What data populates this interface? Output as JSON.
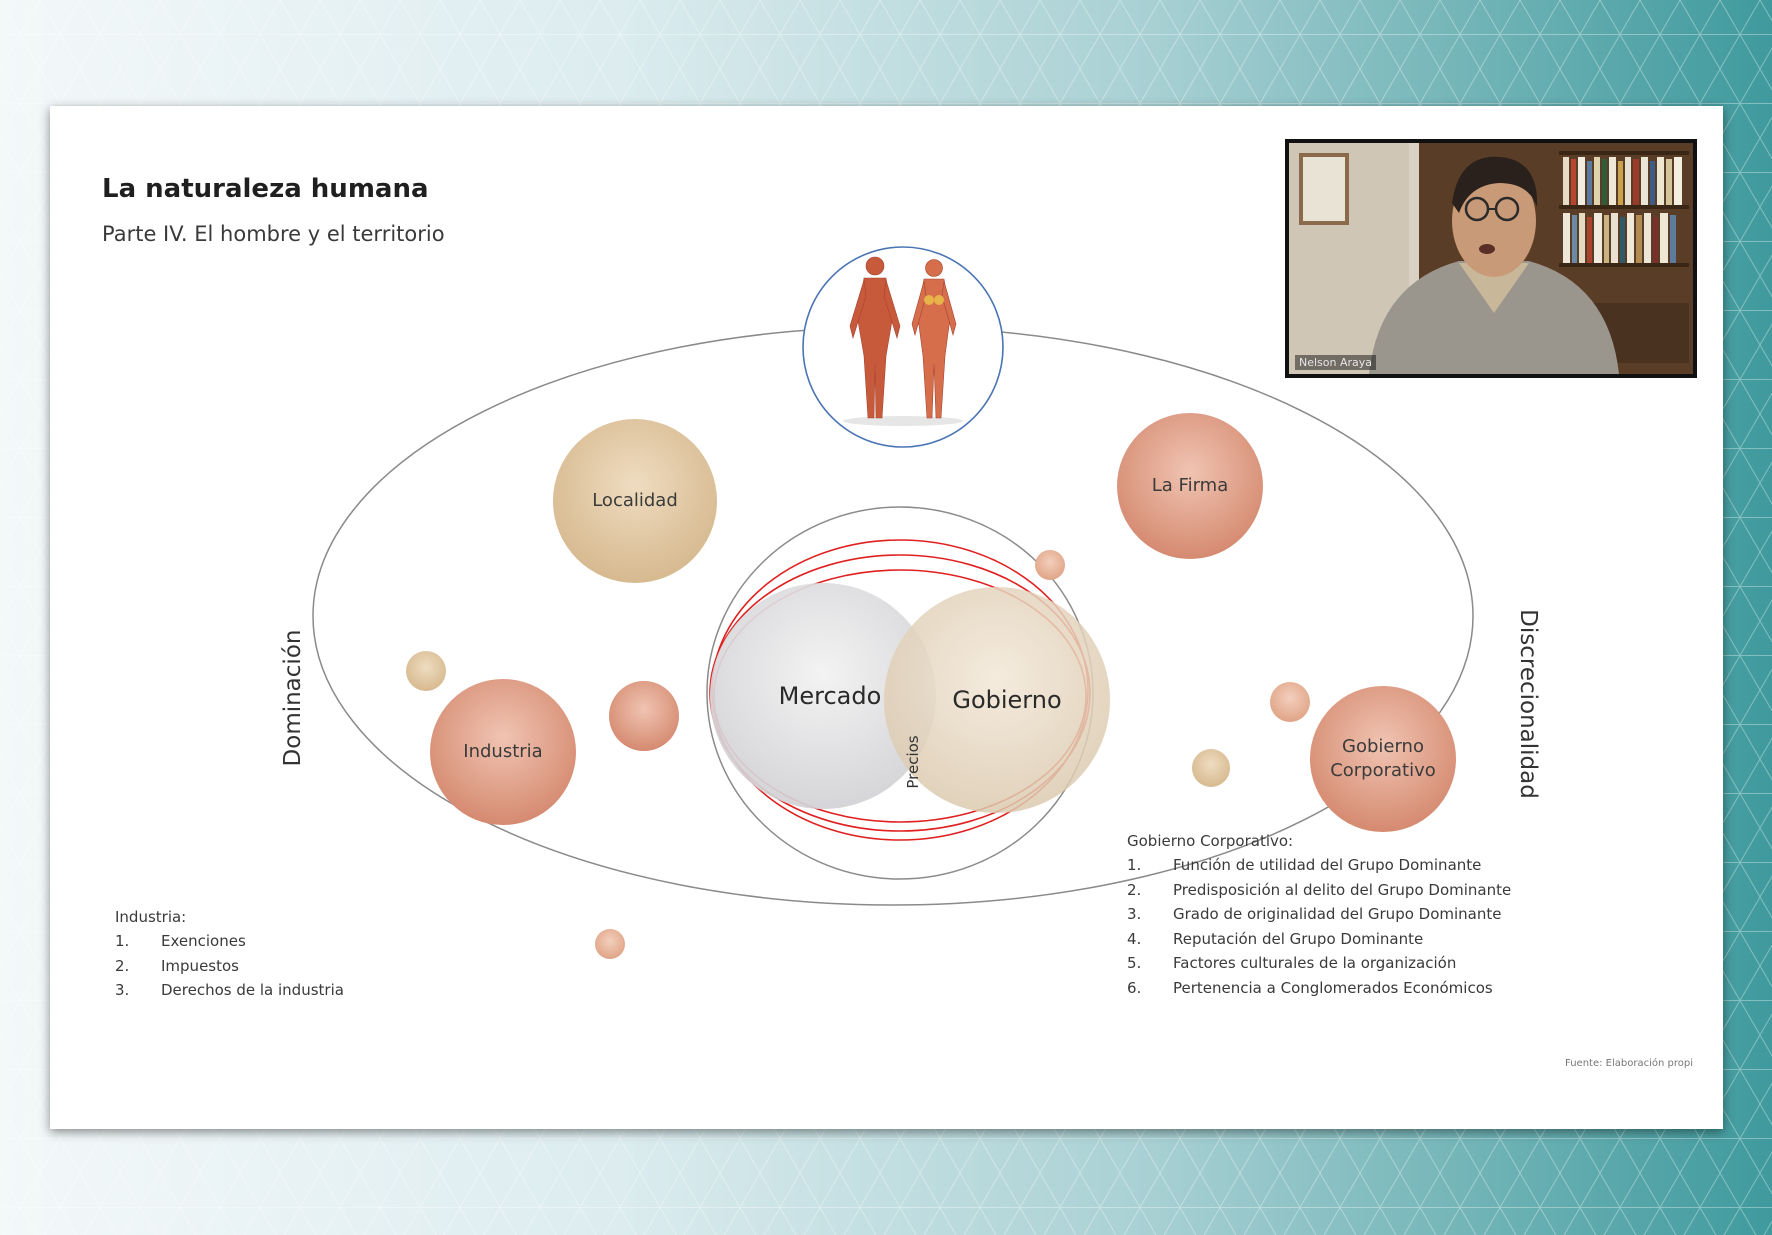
{
  "slide": {
    "title": "La naturaleza humana",
    "subtitle": "Parte IV. El hombre y el territorio",
    "footer": "Fuente: Elaboración propi"
  },
  "diagram": {
    "left_axis_label": "Dominación",
    "right_axis_label": "Discrecionalidad",
    "circles": {
      "localidad": "Localidad",
      "la_firma": "La Firma",
      "industria": "Industria",
      "gobierno_corporativo": "Gobierno Corporativo",
      "mercado": "Mercado",
      "gobierno": "Gobierno",
      "precios": "Precios"
    },
    "industria_list": {
      "heading": "Industria:",
      "items": [
        {
          "num": "1.",
          "text": "Exenciones"
        },
        {
          "num": "2.",
          "text": "Impuestos"
        },
        {
          "num": "3.",
          "text": "Derechos de la industria"
        }
      ]
    },
    "gobierno_list": {
      "heading": "Gobierno Corporativo:",
      "items": [
        {
          "num": "1.",
          "text": "Función de utilidad del Grupo Dominante"
        },
        {
          "num": "2.",
          "text": "Predisposición al delito del Grupo Dominante"
        },
        {
          "num": "3.",
          "text": "Grado de originalidad del Grupo Dominante"
        },
        {
          "num": "4.",
          "text": "Reputación del Grupo Dominante"
        },
        {
          "num": "5.",
          "text": "Factores culturales de la organización"
        },
        {
          "num": "6.",
          "text": "Pertenencia a Conglomerados Económicos"
        }
      ]
    }
  },
  "video": {
    "participant_name": "Nelson Araya"
  },
  "colors": {
    "salmon": "#d9957c",
    "tan": "#d8bd96",
    "outer_ellipse": "#8a8a8a",
    "red_rings": "#e02020",
    "human_circle": "#4a74b4"
  }
}
